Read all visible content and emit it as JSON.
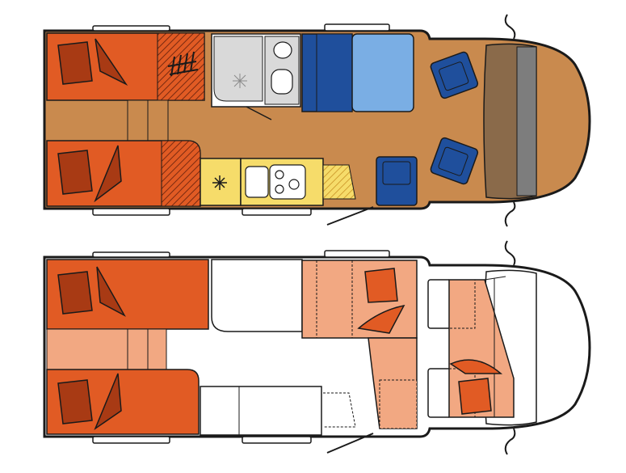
{
  "diagram": {
    "kind": "motorhome floor plans",
    "views": [
      {
        "name": "day-layout"
      },
      {
        "name": "night-layout"
      }
    ]
  },
  "colors": {
    "outline": "#1a1a1a",
    "floor_day": "#c98a4e",
    "mattress": "#e15b24",
    "mattress_dark": "#a83a14",
    "hatch_dark": "#7a2a10",
    "bed_light": "#f2a882",
    "bed_light_dark": "#d87d55",
    "sanitary": "#d9d9d9",
    "seat_dark": "#1f4f9c",
    "seat_light": "#7aaee4",
    "kitchen": "#f6dc6a",
    "dashboard": "#8a6a4a",
    "windshield": "#7d7d7d",
    "white": "#ffffff"
  }
}
